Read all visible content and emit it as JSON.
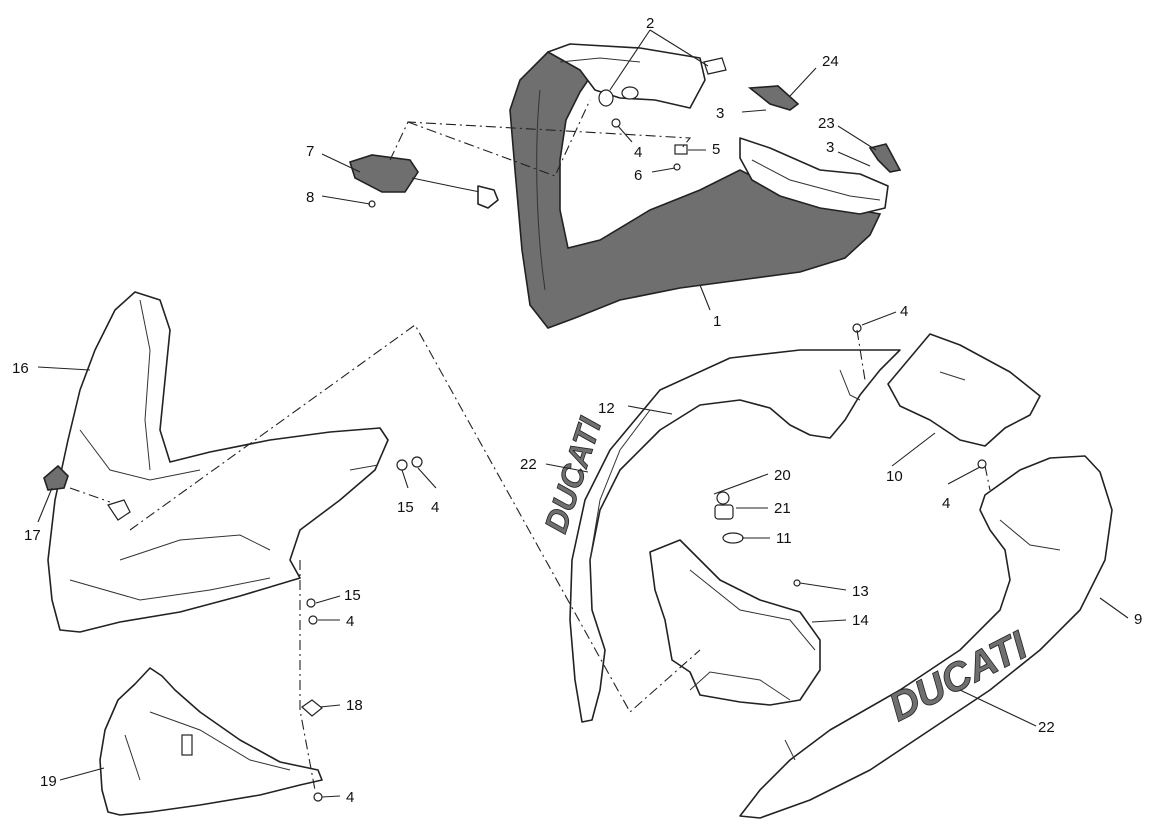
{
  "diagram": {
    "callouts": [
      {
        "id": "c2",
        "text": "2"
      },
      {
        "id": "c24",
        "text": "24"
      },
      {
        "id": "c3a",
        "text": "3"
      },
      {
        "id": "c23",
        "text": "23"
      },
      {
        "id": "c3b",
        "text": "3"
      },
      {
        "id": "c4a",
        "text": "4"
      },
      {
        "id": "c5",
        "text": "5"
      },
      {
        "id": "c6",
        "text": "6"
      },
      {
        "id": "c7",
        "text": "7"
      },
      {
        "id": "c8",
        "text": "8"
      },
      {
        "id": "c1",
        "text": "1"
      },
      {
        "id": "c16",
        "text": "16"
      },
      {
        "id": "c17",
        "text": "17"
      },
      {
        "id": "c15a",
        "text": "15"
      },
      {
        "id": "c4b",
        "text": "4"
      },
      {
        "id": "c15b",
        "text": "15"
      },
      {
        "id": "c4c",
        "text": "4"
      },
      {
        "id": "c18",
        "text": "18"
      },
      {
        "id": "c19",
        "text": "19"
      },
      {
        "id": "c4d",
        "text": "4"
      },
      {
        "id": "c4e",
        "text": "4"
      },
      {
        "id": "c12",
        "text": "12"
      },
      {
        "id": "c10",
        "text": "10"
      },
      {
        "id": "c22a",
        "text": "22"
      },
      {
        "id": "c20",
        "text": "20"
      },
      {
        "id": "c21",
        "text": "21"
      },
      {
        "id": "c4f",
        "text": "4"
      },
      {
        "id": "c11",
        "text": "11"
      },
      {
        "id": "c13",
        "text": "13"
      },
      {
        "id": "c14",
        "text": "14"
      },
      {
        "id": "c9",
        "text": "9"
      },
      {
        "id": "c22b",
        "text": "22"
      }
    ],
    "logos": {
      "side_fairing_logo": "DUCATI",
      "nose_logo": "DUCATI"
    },
    "colors": {
      "line": "#222222",
      "shaded_part": "#6f6f6f",
      "background": "#ffffff"
    }
  }
}
